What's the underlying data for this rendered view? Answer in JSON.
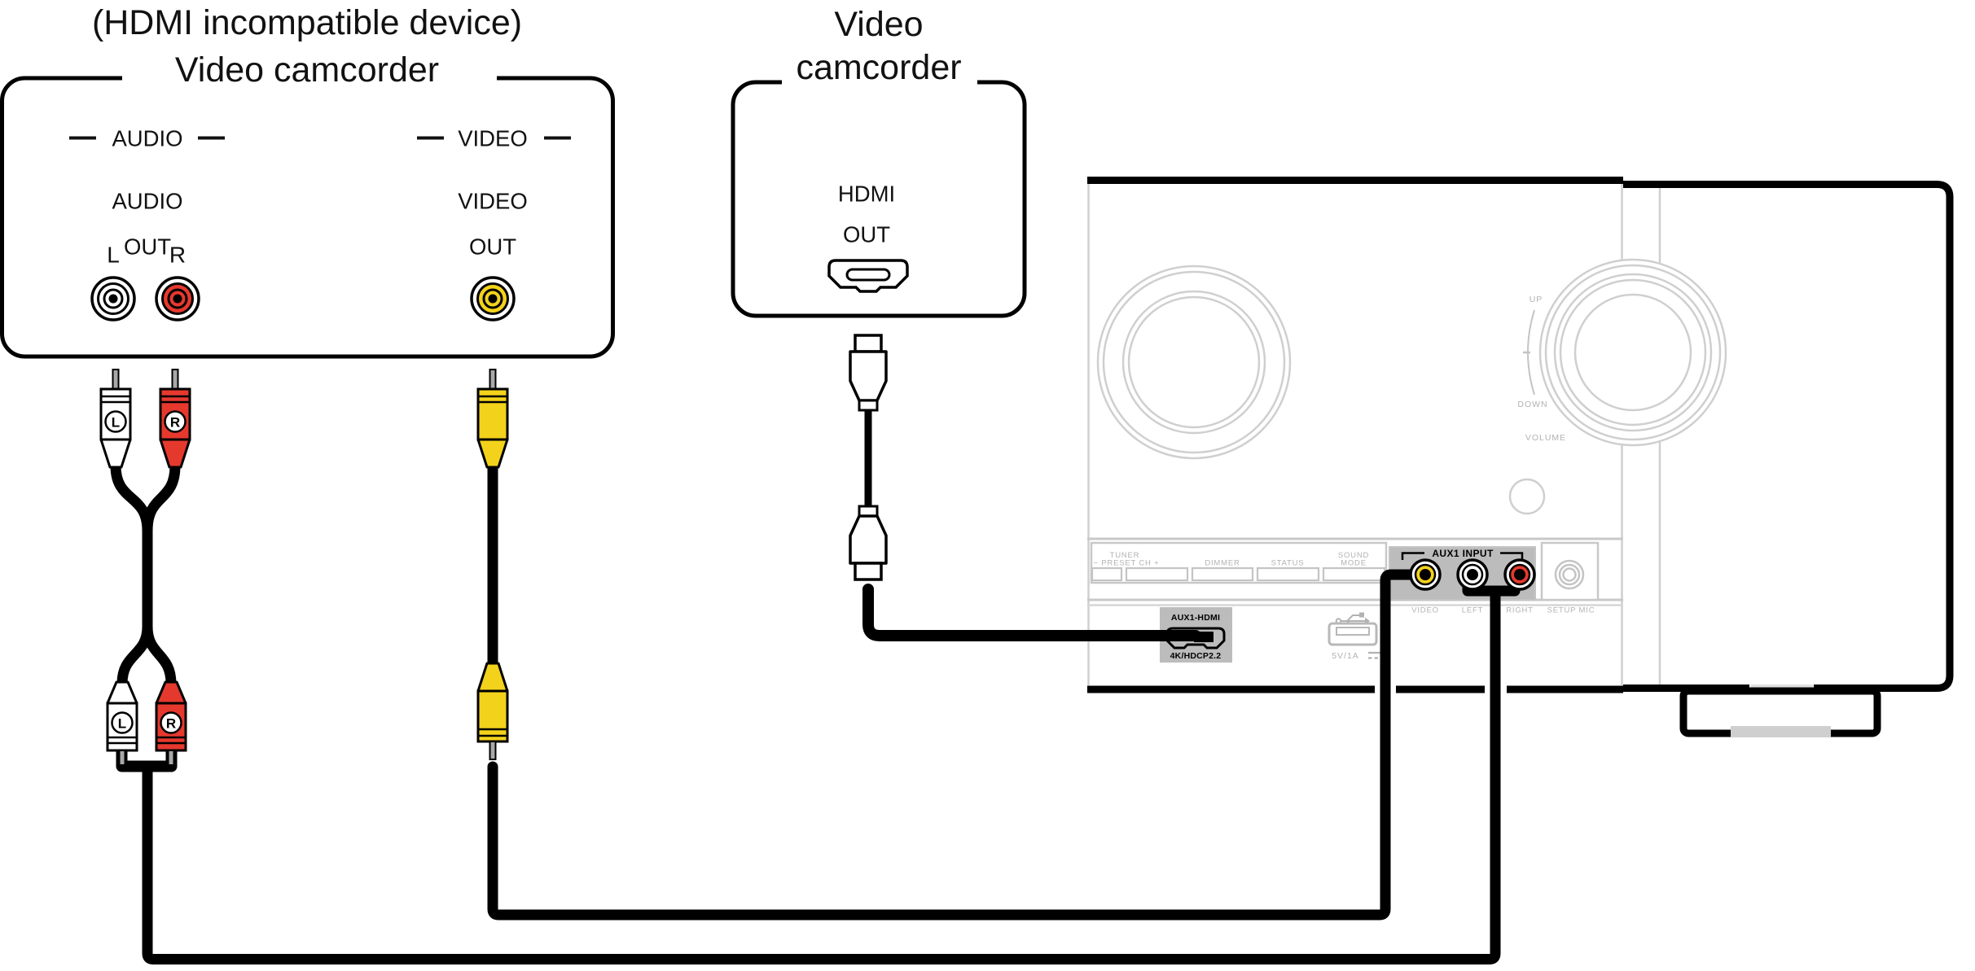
{
  "colors": {
    "red": "#e6392e",
    "yellow": "#f3d21b",
    "panel_gray": "#bcbcbc",
    "label_gray": "#b2b2b2",
    "pin_gray": "#a8a8a8"
  },
  "analog_camcorder": {
    "subtitle": "(HDMI incompatible device)",
    "title": "Video camcorder",
    "audio_group": "AUDIO",
    "video_group": "VIDEO",
    "audio_out_line1": "AUDIO",
    "audio_out_line2": "OUT",
    "video_out_line1": "VIDEO",
    "video_out_line2": "OUT",
    "left": "L",
    "right": "R"
  },
  "hdmi_camcorder": {
    "title_line1": "Video",
    "title_line2": "camcorder",
    "port_line1": "HDMI",
    "port_line2": "OUT"
  },
  "audio_cable": {
    "top_left": "L",
    "top_right": "R",
    "bottom_left": "L",
    "bottom_right": "R"
  },
  "receiver": {
    "tuner_line1": "TUNER",
    "tuner_line2": "− PRESET CH +",
    "dimmer": "DIMMER",
    "status": "STATUS",
    "sound_line1": "SOUND",
    "sound_line2": "MODE",
    "aux_input": "AUX1 INPUT",
    "video": "VIDEO",
    "left": "LEFT",
    "right": "RIGHT",
    "setup_mic": "SETUP MIC",
    "hdmi_label": "AUX1-HDMI",
    "hdmi_sub": "4K/HDCP2.2",
    "usb_power": "5V/1A",
    "volume_up": "UP",
    "volume_down": "DOWN",
    "volume": "VOLUME"
  }
}
